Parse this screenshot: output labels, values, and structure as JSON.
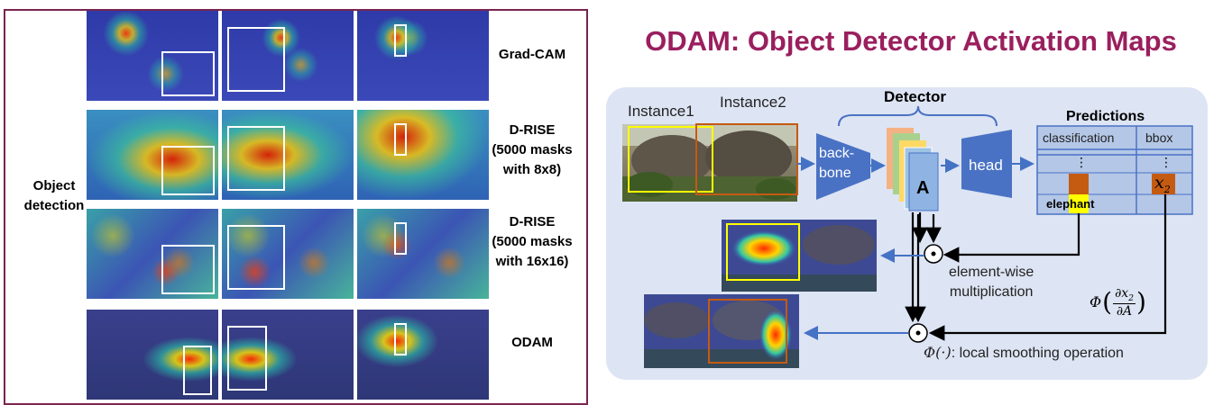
{
  "left_panel": {
    "row_label": "Object detection",
    "methods": [
      {
        "name": "Grad-CAM",
        "sub": [
          "",
          ""
        ]
      },
      {
        "name": "D-RISE",
        "sub": [
          "(5000 masks",
          "with 8x8)"
        ]
      },
      {
        "name": "D-RISE",
        "sub": [
          "(5000 masks",
          "with 16x16)"
        ]
      },
      {
        "name": "ODAM",
        "sub": [
          "",
          ""
        ]
      }
    ]
  },
  "right_panel": {
    "title": "ODAM: Object Detector Activation Maps",
    "instance1_label": "Instance1",
    "instance2_label": "Instance2",
    "detector_label": "Detector",
    "backbone_label": [
      "back-",
      "bone"
    ],
    "feature_label": "A",
    "head_label": "head",
    "predictions": {
      "title": "Predictions",
      "col_classification": "classification",
      "col_bbox": "bbox",
      "ellipsis": "⋮",
      "class_name": "elephant",
      "bbox_symbol": "x",
      "bbox_subscript": "2"
    },
    "odot": "⊙",
    "elementwise_label": [
      "element-wise",
      "multiplication"
    ],
    "phi_formula": {
      "phi": "Φ",
      "num": "∂x",
      "num_sub": "2",
      "den": "∂A"
    },
    "smoothing_label": ": local smoothing operation",
    "smoothing_phi": "Φ(·)"
  },
  "colors": {
    "frame": "#7a2350",
    "title": "#9a1f5e",
    "panel_bg": "#dde4f3",
    "network_blue": "#4a72c4",
    "arrow_blue": "#4472c4",
    "instance1_box": "#ffff00",
    "instance2_box": "#c55a11",
    "elephant_cell": "#c55a11",
    "elephant_highlight": "#ffff00"
  }
}
